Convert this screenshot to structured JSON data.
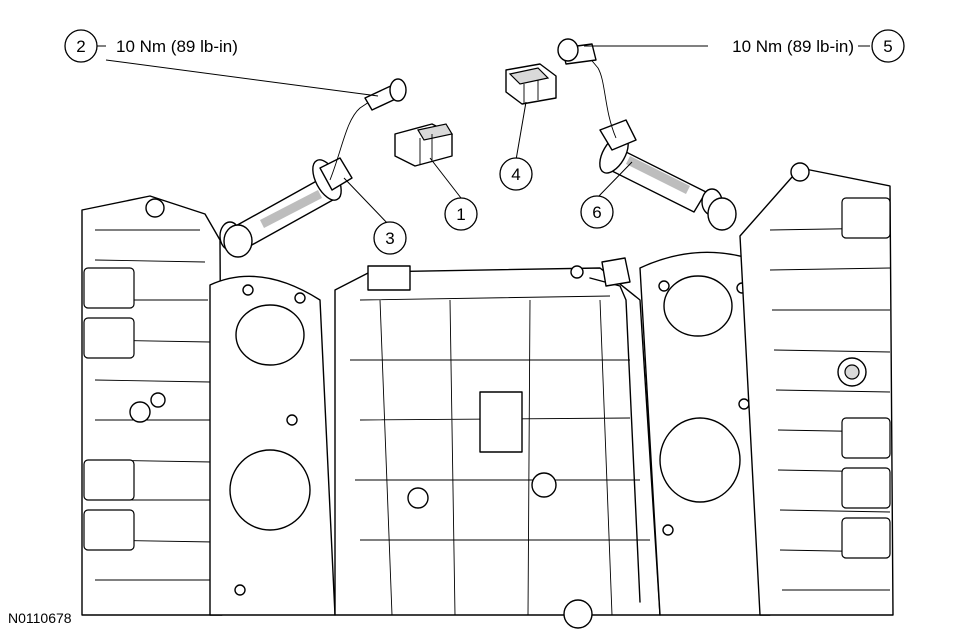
{
  "callouts": [
    {
      "number": "1"
    },
    {
      "number": "2",
      "torque": "10 Nm (89 lb-in)"
    },
    {
      "number": "3"
    },
    {
      "number": "4"
    },
    {
      "number": "5",
      "torque": "10 Nm (89 lb-in)"
    },
    {
      "number": "6"
    }
  ],
  "figure_id": "N0110678"
}
